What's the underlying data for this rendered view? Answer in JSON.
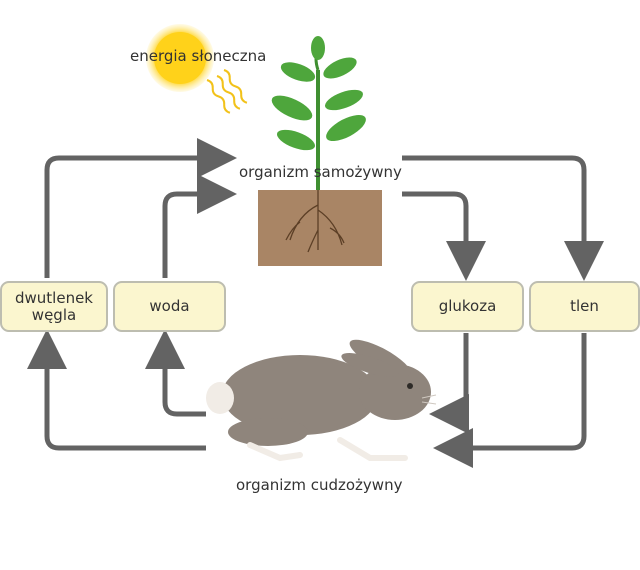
{
  "labels": {
    "sun": "energia słoneczna",
    "autotroph": "organizm samożywny",
    "heterotroph": "organizm cudzożywny"
  },
  "boxes": {
    "co2_line1": "dwutlenek",
    "co2_line2": "węgla",
    "water": "woda",
    "glucose": "glukoza",
    "oxygen": "tlen"
  },
  "colors": {
    "arrow": "#636363",
    "box_fill": "#fbf6cf",
    "box_border": "#bdbdb0",
    "sun": "#ffd21a",
    "soil": "#a98565",
    "leaf": "#4ea63c",
    "rabbit": "#8f857c"
  },
  "icons": [
    "sun-icon",
    "plant-icon",
    "rabbit-icon"
  ]
}
